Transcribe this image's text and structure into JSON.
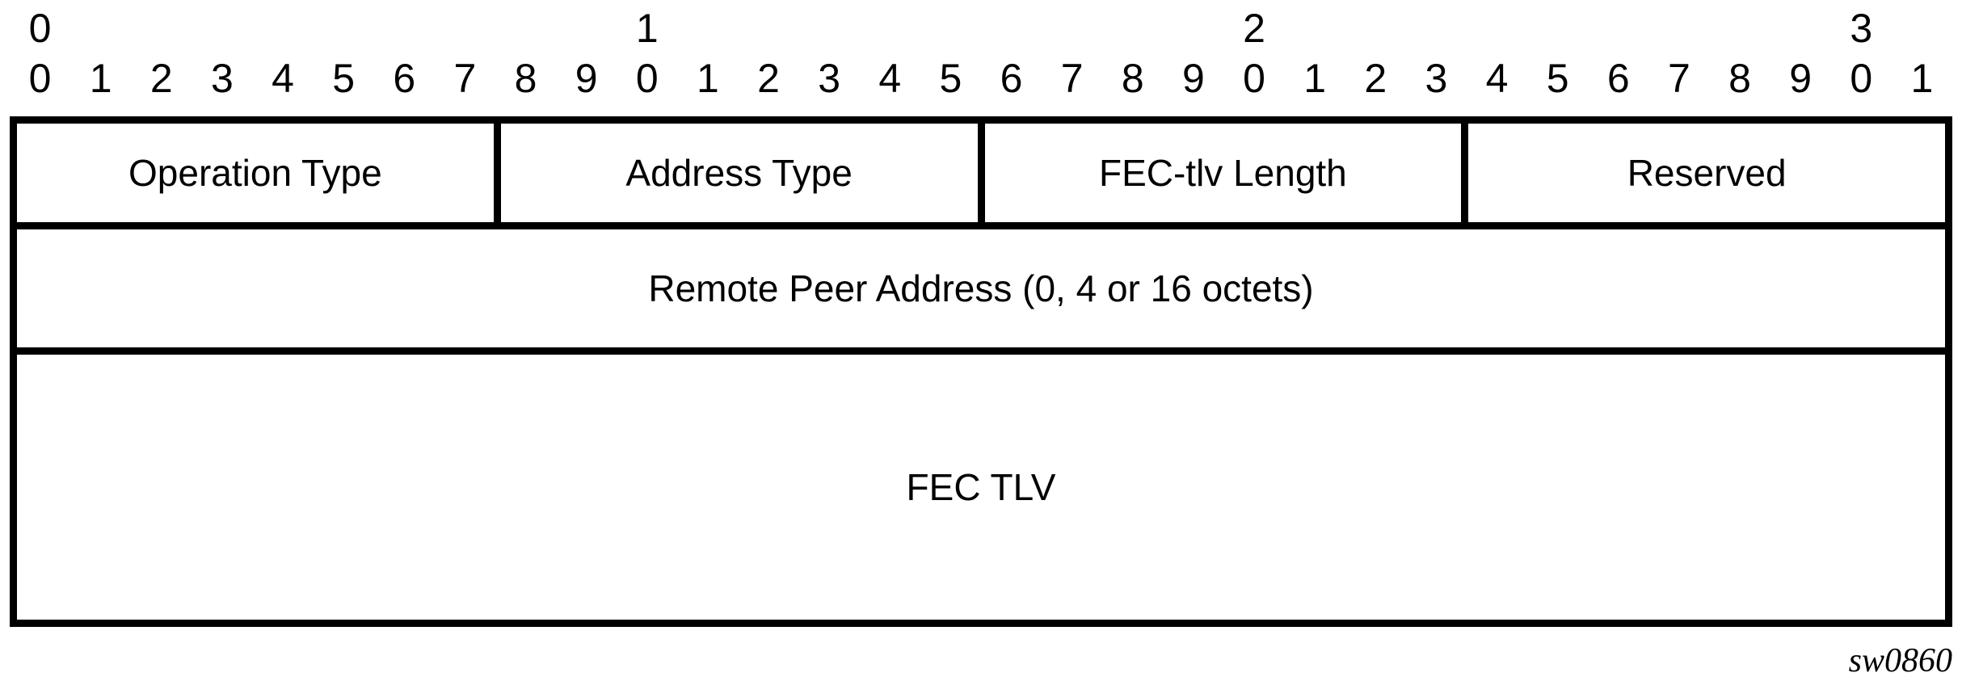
{
  "figure": {
    "caption": "sw0860"
  },
  "ruler": {
    "tens": [
      "0",
      "1",
      "2",
      "3"
    ],
    "bits": [
      "0",
      "1",
      "2",
      "3",
      "4",
      "5",
      "6",
      "7",
      "8",
      "9",
      "0",
      "1",
      "2",
      "3",
      "4",
      "5",
      "6",
      "7",
      "8",
      "9",
      "0",
      "1",
      "2",
      "3",
      "4",
      "5",
      "6",
      "7",
      "8",
      "9",
      "0",
      "1"
    ]
  },
  "fields": {
    "row1": [
      {
        "label": "Operation Type",
        "bits": 8
      },
      {
        "label": "Address Type",
        "bits": 8
      },
      {
        "label": "FEC-tlv Length",
        "bits": 8
      },
      {
        "label": "Reserved",
        "bits": 8
      }
    ],
    "row2": {
      "label": "Remote Peer Address (0, 4 or 16 octets)"
    },
    "row3": {
      "label": "FEC TLV"
    }
  }
}
